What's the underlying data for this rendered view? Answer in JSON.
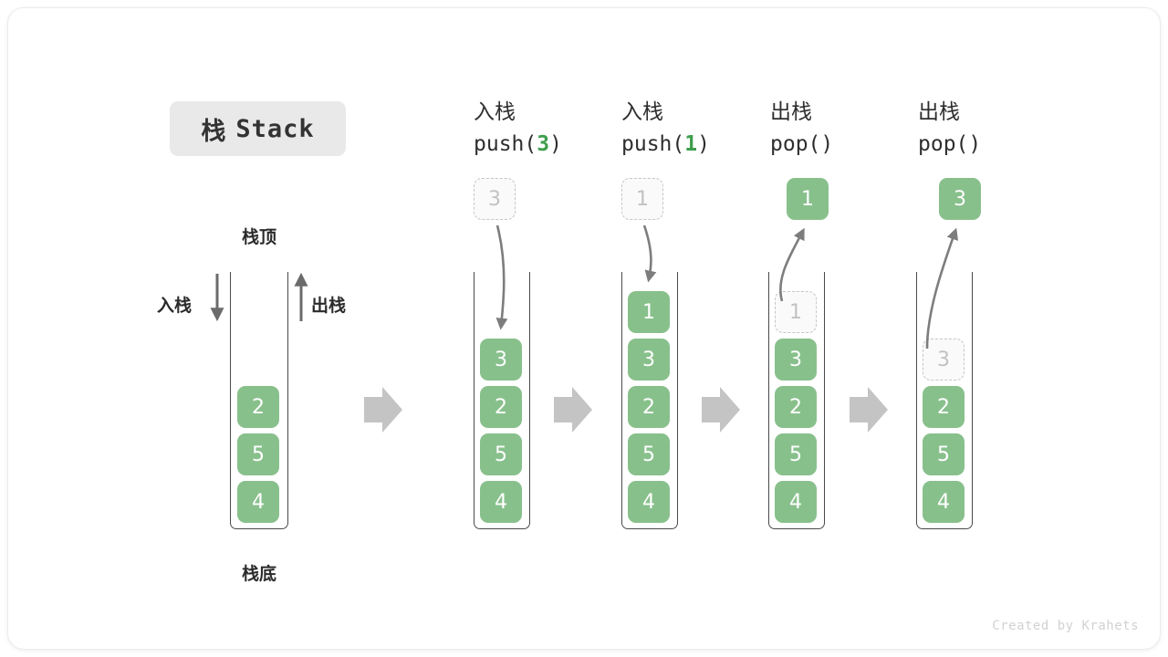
{
  "title": {
    "cn": "栈",
    "en": "Stack"
  },
  "credit": "Created by Krahets",
  "labels": {
    "top": "栈顶",
    "bottom": "栈底",
    "push": "入栈",
    "pop": "出栈"
  },
  "colors": {
    "element_fill": "#88c08c",
    "element_text": "#ffffff",
    "ghost_fill": "#fafafa",
    "ghost_border": "#c6c6c6",
    "ghost_text": "#c2c2c2",
    "arrow_gray": "#c4c4c4",
    "curve_arrow": "#7d7d7d",
    "badge_bg": "#e9e9e9",
    "accent_green": "#3f9e4d",
    "container_line": "#4a4a4a"
  },
  "initial_stack": {
    "caption_top": "栈顶",
    "caption_bottom": "栈底",
    "left_arrow_label": "入栈",
    "right_arrow_label": "出栈",
    "elements": [
      "2",
      "5",
      "4"
    ]
  },
  "stages": [
    {
      "id": "push-3",
      "op_cn": "入栈",
      "op_code_prefix": "push(",
      "op_code_arg": "3",
      "op_code_suffix": ")",
      "floating": {
        "value": "3",
        "style": "ghost"
      },
      "arrow": "down",
      "elements": [
        {
          "value": "3",
          "style": "solid"
        },
        {
          "value": "2",
          "style": "solid"
        },
        {
          "value": "5",
          "style": "solid"
        },
        {
          "value": "4",
          "style": "solid"
        }
      ]
    },
    {
      "id": "push-1",
      "op_cn": "入栈",
      "op_code_prefix": "push(",
      "op_code_arg": "1",
      "op_code_suffix": ")",
      "floating": {
        "value": "1",
        "style": "ghost"
      },
      "arrow": "down",
      "elements": [
        {
          "value": "1",
          "style": "solid"
        },
        {
          "value": "3",
          "style": "solid"
        },
        {
          "value": "2",
          "style": "solid"
        },
        {
          "value": "5",
          "style": "solid"
        },
        {
          "value": "4",
          "style": "solid"
        }
      ]
    },
    {
      "id": "pop-1",
      "op_cn": "出栈",
      "op_code_prefix": "pop(",
      "op_code_arg": "",
      "op_code_suffix": ")",
      "floating": {
        "value": "1",
        "style": "solid"
      },
      "arrow": "up",
      "elements": [
        {
          "value": "1",
          "style": "ghost"
        },
        {
          "value": "3",
          "style": "solid"
        },
        {
          "value": "2",
          "style": "solid"
        },
        {
          "value": "5",
          "style": "solid"
        },
        {
          "value": "4",
          "style": "solid"
        }
      ]
    },
    {
      "id": "pop-3",
      "op_cn": "出栈",
      "op_code_prefix": "pop(",
      "op_code_arg": "",
      "op_code_suffix": ")",
      "floating": {
        "value": "3",
        "style": "solid"
      },
      "arrow": "up",
      "elements": [
        {
          "value": "3",
          "style": "ghost"
        },
        {
          "value": "2",
          "style": "solid"
        },
        {
          "value": "5",
          "style": "solid"
        },
        {
          "value": "4",
          "style": "solid"
        }
      ]
    }
  ],
  "transitions": [
    "arrow-right",
    "arrow-right",
    "arrow-right",
    "arrow-right"
  ]
}
